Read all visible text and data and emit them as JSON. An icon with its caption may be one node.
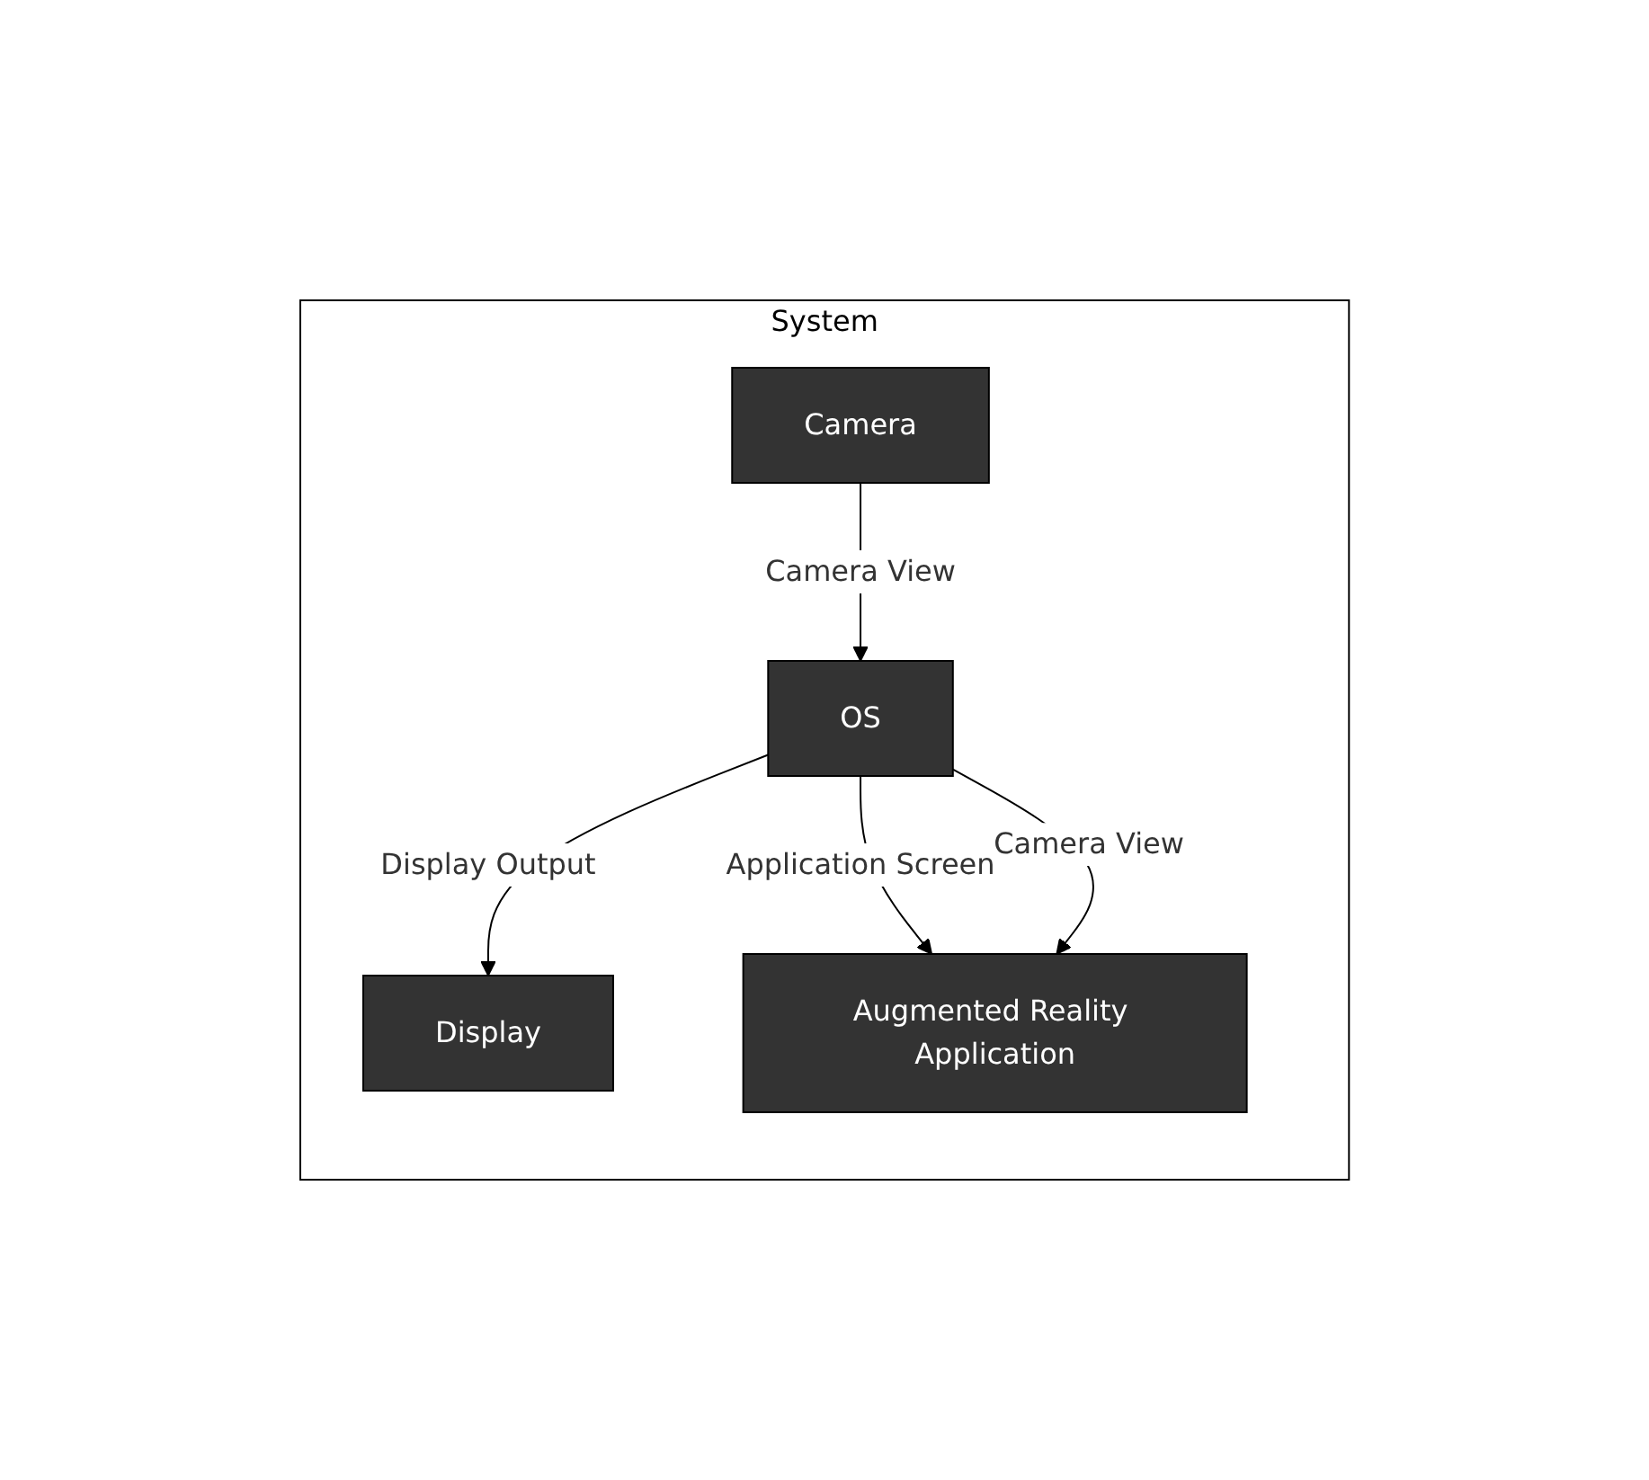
{
  "diagram": {
    "nodes": [
      {
        "text": [
          "System"
        ]
      },
      {
        "text": [
          "Camera"
        ],
        "in": 0
      },
      {
        "text": [
          "Display"
        ],
        "in": 0
      },
      {
        "text": [
          "OS"
        ],
        "in": 0
      },
      {
        "text": [
          "Augmented Reality Application"
        ],
        "in": 0
      }
    ],
    "edges": [
      {
        "from": 1,
        "to": 3,
        "arrow": "to",
        "label": "Camera View"
      },
      {
        "from": 3,
        "to": 2,
        "arrow": "to",
        "label": "Display Output"
      },
      {
        "from": 3,
        "to": 4,
        "arrow": "to",
        "label": "Application Screen"
      },
      {
        "from": 3,
        "to": 4,
        "arrow": "to",
        "label": "Camera View"
      }
    ]
  }
}
